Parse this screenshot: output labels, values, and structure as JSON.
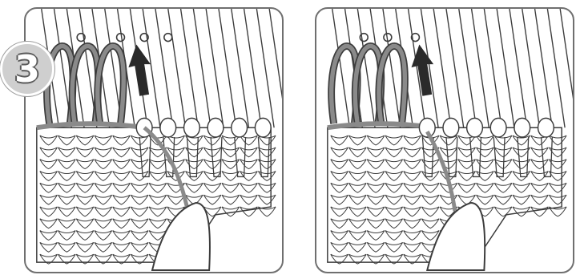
{
  "step": {
    "number": "3"
  },
  "panels": [
    {
      "id": "left",
      "icons": [
        "knitting-needle-bed",
        "upward-arrow",
        "knitted-fabric",
        "hand-holding-yarn"
      ]
    },
    {
      "id": "right",
      "icons": [
        "knitting-needle-bed",
        "upward-arrow",
        "knitted-fabric",
        "hand-holding-yarn"
      ]
    }
  ],
  "colors": {
    "border": "#6f6f6f",
    "ink": "#3c3c3c",
    "yarn": "#8a8a8a",
    "arrow": "#2a2a2a",
    "badge": "#cfcfcf"
  }
}
